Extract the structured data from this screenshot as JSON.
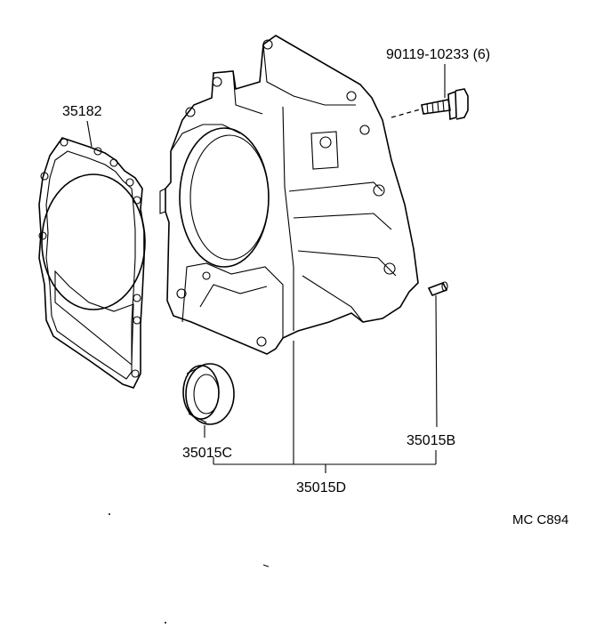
{
  "labels": {
    "bolt": "90119-10233 (6)",
    "gasket": "35182",
    "oil_seal": "35015C",
    "pin": "35015B",
    "assembly": "35015D"
  },
  "figure_code": "MC C894"
}
